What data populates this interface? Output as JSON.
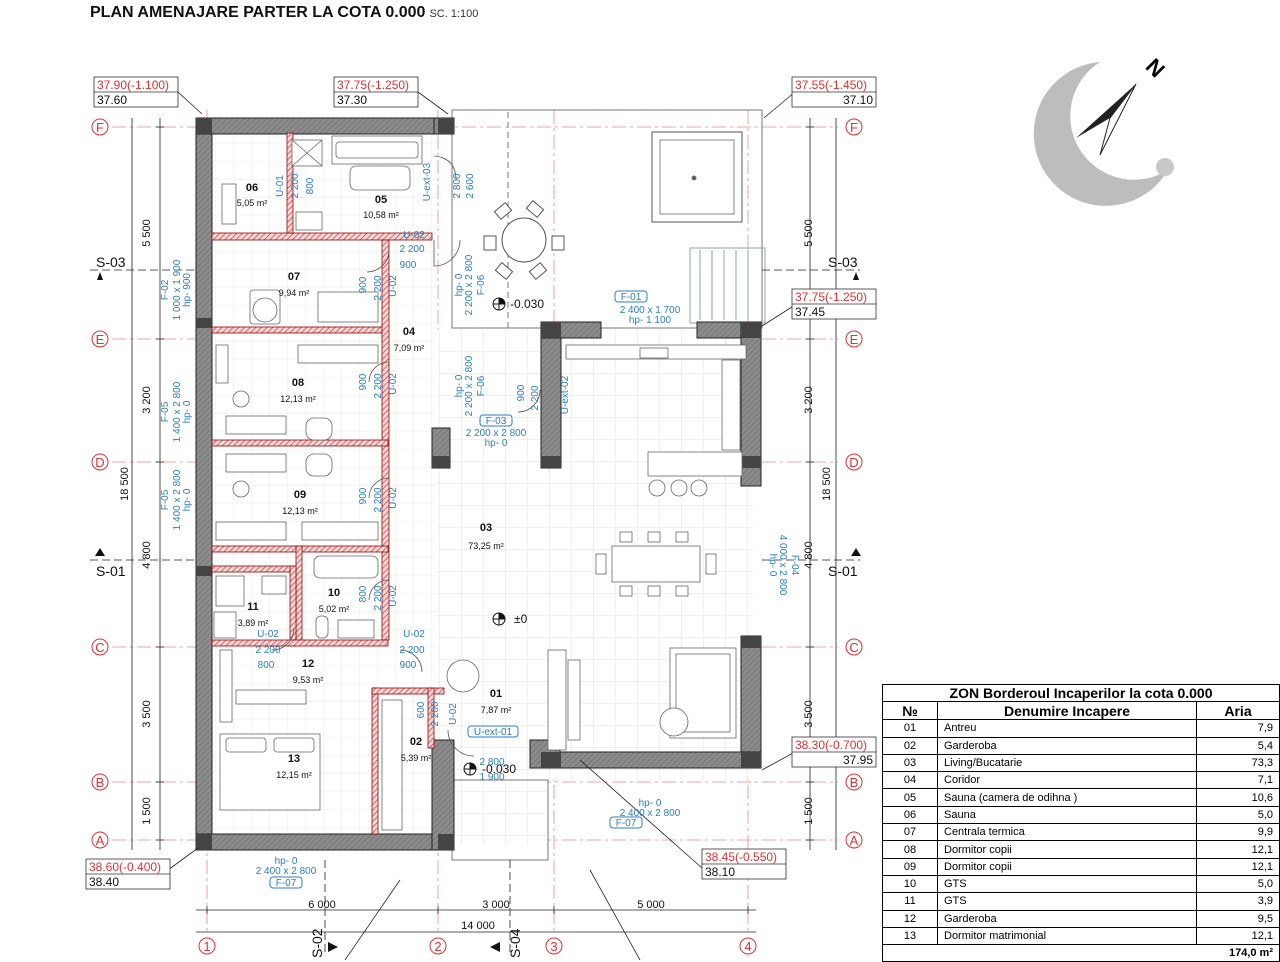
{
  "title": {
    "main": "PLAN AMENAJARE PARTER LA COTA 0.000",
    "scale": "SC. 1:100"
  },
  "colors": {
    "wall_fill": "#777777",
    "wall_inner": "#9a9a9a",
    "partition": "#e07070",
    "axis_red": "#e03030",
    "tag_blue": "#2a7fc0",
    "dim_line": "#222222",
    "elev_red": "#e03030"
  },
  "axes": {
    "horizontal": [
      "F",
      "E",
      "D",
      "C",
      "B",
      "A"
    ],
    "vertical": [
      "1",
      "2",
      "3",
      "4"
    ]
  },
  "dimensions": {
    "left_segments": [
      "5 500",
      "3 200",
      "4 800",
      "3 500",
      "1 500"
    ],
    "left_total": "18 500",
    "right_segments": [
      "5 500",
      "3 200",
      "4 800",
      "3 500",
      "1 500"
    ],
    "right_total": "18 500",
    "bottom_segments": [
      "6 000",
      "3 000",
      "5 000"
    ],
    "bottom_total": "14 000"
  },
  "sections": {
    "s03_left": "S-03",
    "s03_right": "S-03",
    "s01_left": "S-01",
    "s01_right": "S-01",
    "s02": "S-02",
    "s04": "S-04"
  },
  "elevation_tags": [
    {
      "top": "37.90(-1.100)",
      "bottom": "37.60"
    },
    {
      "top": "37.75(-1.250)",
      "bottom": "37.30"
    },
    {
      "top": "37.55(-1.450)",
      "bottom": "37.10"
    },
    {
      "top": "37.75(-1.250)",
      "bottom": "37.45"
    },
    {
      "top": "38.30(-0.700)",
      "bottom": "37.95"
    },
    {
      "top": "38.60(-0.400)",
      "bottom": "38.40"
    },
    {
      "top": "38.45(-0.550)",
      "bottom": "38.10"
    }
  ],
  "level_marks": [
    "-0.030",
    "±0",
    "-0.030"
  ],
  "rooms": [
    {
      "num": "06",
      "area": "5,05 m²"
    },
    {
      "num": "05",
      "area": "10,58 m²"
    },
    {
      "num": "07",
      "area": "9,94 m²"
    },
    {
      "num": "04",
      "area": "7,09 m²"
    },
    {
      "num": "08",
      "area": "12,13 m²"
    },
    {
      "num": "09",
      "area": "12,13 m²"
    },
    {
      "num": "03",
      "area": "73,25 m²"
    },
    {
      "num": "10",
      "area": "5,02 m²"
    },
    {
      "num": "11",
      "area": "3,89 m²"
    },
    {
      "num": "12",
      "area": "9,53 m²"
    },
    {
      "num": "01",
      "area": "7,87 m²"
    },
    {
      "num": "02",
      "area": "5,39 m²"
    },
    {
      "num": "13",
      "area": "12,15 m²"
    }
  ],
  "openings": {
    "u01": "U-01",
    "u02": "U-02",
    "uext01": "U-ext-01",
    "uext02": "U-ext-02",
    "uext03": "U-ext-03",
    "f01": "F-01",
    "f01_size": "2 400 x 1 700",
    "f01_hp": "hp- 1 100",
    "f02": "F-02",
    "f02_size": "1 000 x 1 900",
    "f02_hp": "hp- 900",
    "f03": "F-03",
    "f03_size": "2 200 x 2 800",
    "f03_hp": "hp- 0",
    "f04": "F-04",
    "f04_size": "4 000 x 2 800",
    "f04_hp": "hp- 0",
    "f05": "F-05",
    "f05_size": "1 400 x 2 800",
    "f05_hp": "hp- 0",
    "f06": "F-06",
    "f06_size": "2 200 x 2 800",
    "f06_hp": "hp- 0",
    "f07": "F-07",
    "f07_size": "2 400 x 2 800",
    "f07_hp": "hp- 0",
    "w900": "900",
    "w800": "800",
    "w600": "600",
    "h2200": "2 200",
    "h2800": "2 800",
    "h1900": "1 900",
    "h2600": "2 600"
  },
  "table": {
    "caption": "ZON Borderoul Incaperilor la cota 0.000",
    "col_num": "№",
    "col_name": "Denumire Incapere",
    "col_area": "Aria",
    "rows": [
      {
        "num": "01",
        "name": "Antreu",
        "area": "7,9"
      },
      {
        "num": "02",
        "name": "Garderoba",
        "area": "5,4"
      },
      {
        "num": "03",
        "name": "Living/Bucatarie",
        "area": "73,3"
      },
      {
        "num": "04",
        "name": "Coridor",
        "area": "7,1"
      },
      {
        "num": "05",
        "name": "Sauna (camera de odihna )",
        "area": "10,6"
      },
      {
        "num": "06",
        "name": "Sauna",
        "area": "5,0"
      },
      {
        "num": "07",
        "name": "Centrala termica",
        "area": "9,9"
      },
      {
        "num": "08",
        "name": "Dormitor copii",
        "area": "12,1"
      },
      {
        "num": "09",
        "name": "Dormitor copii",
        "area": "12,1"
      },
      {
        "num": "10",
        "name": "GTS",
        "area": "5,0"
      },
      {
        "num": "11",
        "name": "GTS",
        "area": "3,9"
      },
      {
        "num": "12",
        "name": "Garderoba",
        "area": "9,5"
      },
      {
        "num": "13",
        "name": "Dormitor matrimonial",
        "area": "12,1"
      }
    ],
    "total": "174,0 m²"
  },
  "compass": {
    "letter": "N",
    "icon": "north-arrow-icon"
  }
}
